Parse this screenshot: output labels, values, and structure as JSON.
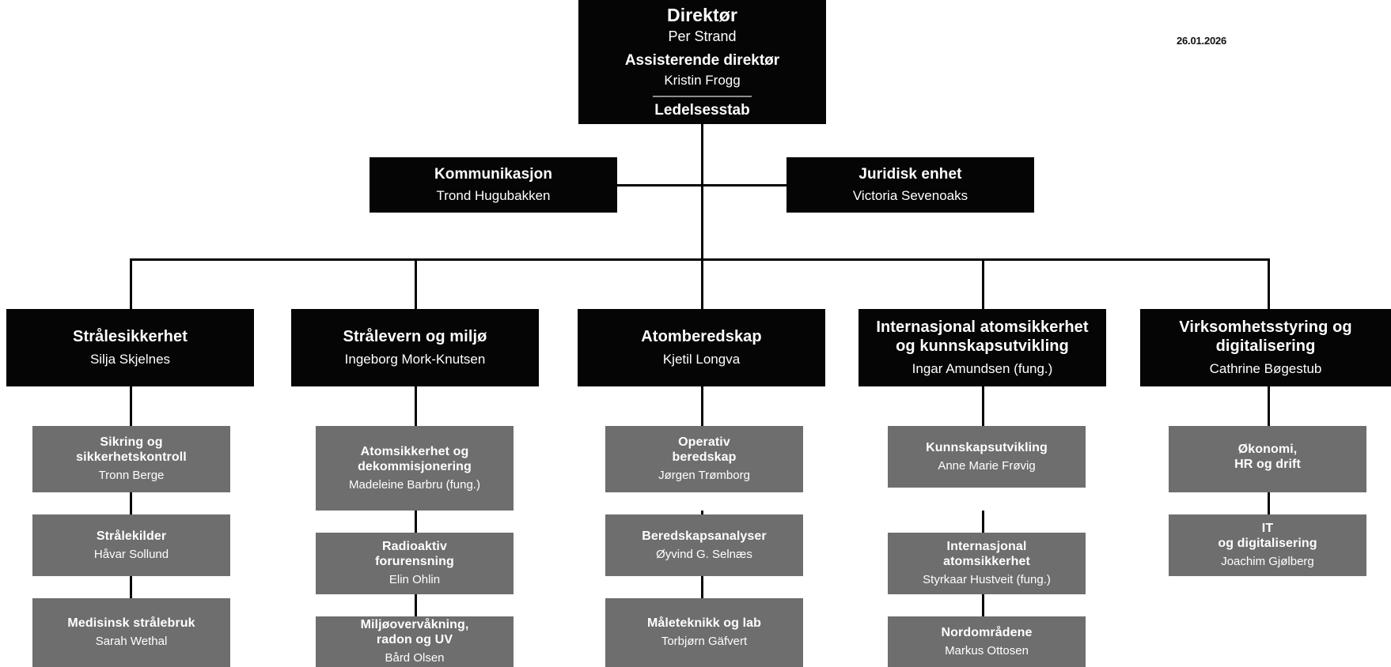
{
  "meta": {
    "date": "26.01.2026",
    "colors": {
      "dark_box": "#050505",
      "grey_box": "#6e6e6e",
      "line": "#050505",
      "text": "#ffffff",
      "background": "#ffffff",
      "rule": "#8d8d8d"
    }
  },
  "director": {
    "title": "Direktør",
    "name": "Per Strand",
    "deputy_title": "Assisterende direktør",
    "deputy_name": "Kristin Frogg",
    "staff_unit": "Ledelsesstab"
  },
  "staff_units": [
    {
      "title": "Kommunikasjon",
      "name": "Trond Hugubakken"
    },
    {
      "title": "Juridisk enhet",
      "name": "Victoria Sevenoaks"
    }
  ],
  "departments": [
    {
      "title": "Strålesikkerhet",
      "name": "Silja Skjelnes",
      "sections": [
        {
          "title": "Sikring og\nsikkerhetskontroll",
          "name": "Tronn Berge"
        },
        {
          "title": "Strålekilder",
          "name": "Håvar Sollund"
        },
        {
          "title": "Medisinsk strålebruk",
          "name": "Sarah Wethal"
        }
      ]
    },
    {
      "title": "Strålevern og miljø",
      "name": "Ingeborg Mork-Knutsen",
      "sections": [
        {
          "title": "Atomsikkerhet og\ndekommisjonering",
          "name": "Madeleine Barbru (fung.)"
        },
        {
          "title": "Radioaktiv\nforurensning",
          "name": "Elin Ohlin"
        },
        {
          "title": "Miljøovervåkning,\nradon og UV",
          "name": "Bård Olsen"
        }
      ]
    },
    {
      "title": "Atomberedskap",
      "name": "Kjetil Longva",
      "sections": [
        {
          "title": "Operativ\nberedskap",
          "name": "Jørgen Trømborg"
        },
        {
          "title": "Beredskapsanalyser",
          "name": "Øyvind G. Selnæs"
        },
        {
          "title": "Måleteknikk og lab",
          "name": "Torbjørn Gäfvert"
        }
      ]
    },
    {
      "title": "Internasjonal atomsikkerhet\nog kunnskapsutvikling",
      "name": "Ingar Amundsen (fung.)",
      "sections": [
        {
          "title": "Kunnskapsutvikling",
          "name": "Anne Marie Frøvig"
        },
        {
          "title": "Internasjonal\natomsikkerhet",
          "name": "Styrkaar Hustveit (fung.)"
        },
        {
          "title": "Nordområdene",
          "name": "Markus Ottosen"
        }
      ]
    },
    {
      "title": "Virksomhetsstyring og\ndigitalisering",
      "name": "Cathrine Bøgestub",
      "sections": [
        {
          "title": "Økonomi,\nHR og drift",
          "name": ""
        },
        {
          "title": "IT\nog digitalisering",
          "name": "Joachim Gjølberg"
        }
      ]
    }
  ]
}
